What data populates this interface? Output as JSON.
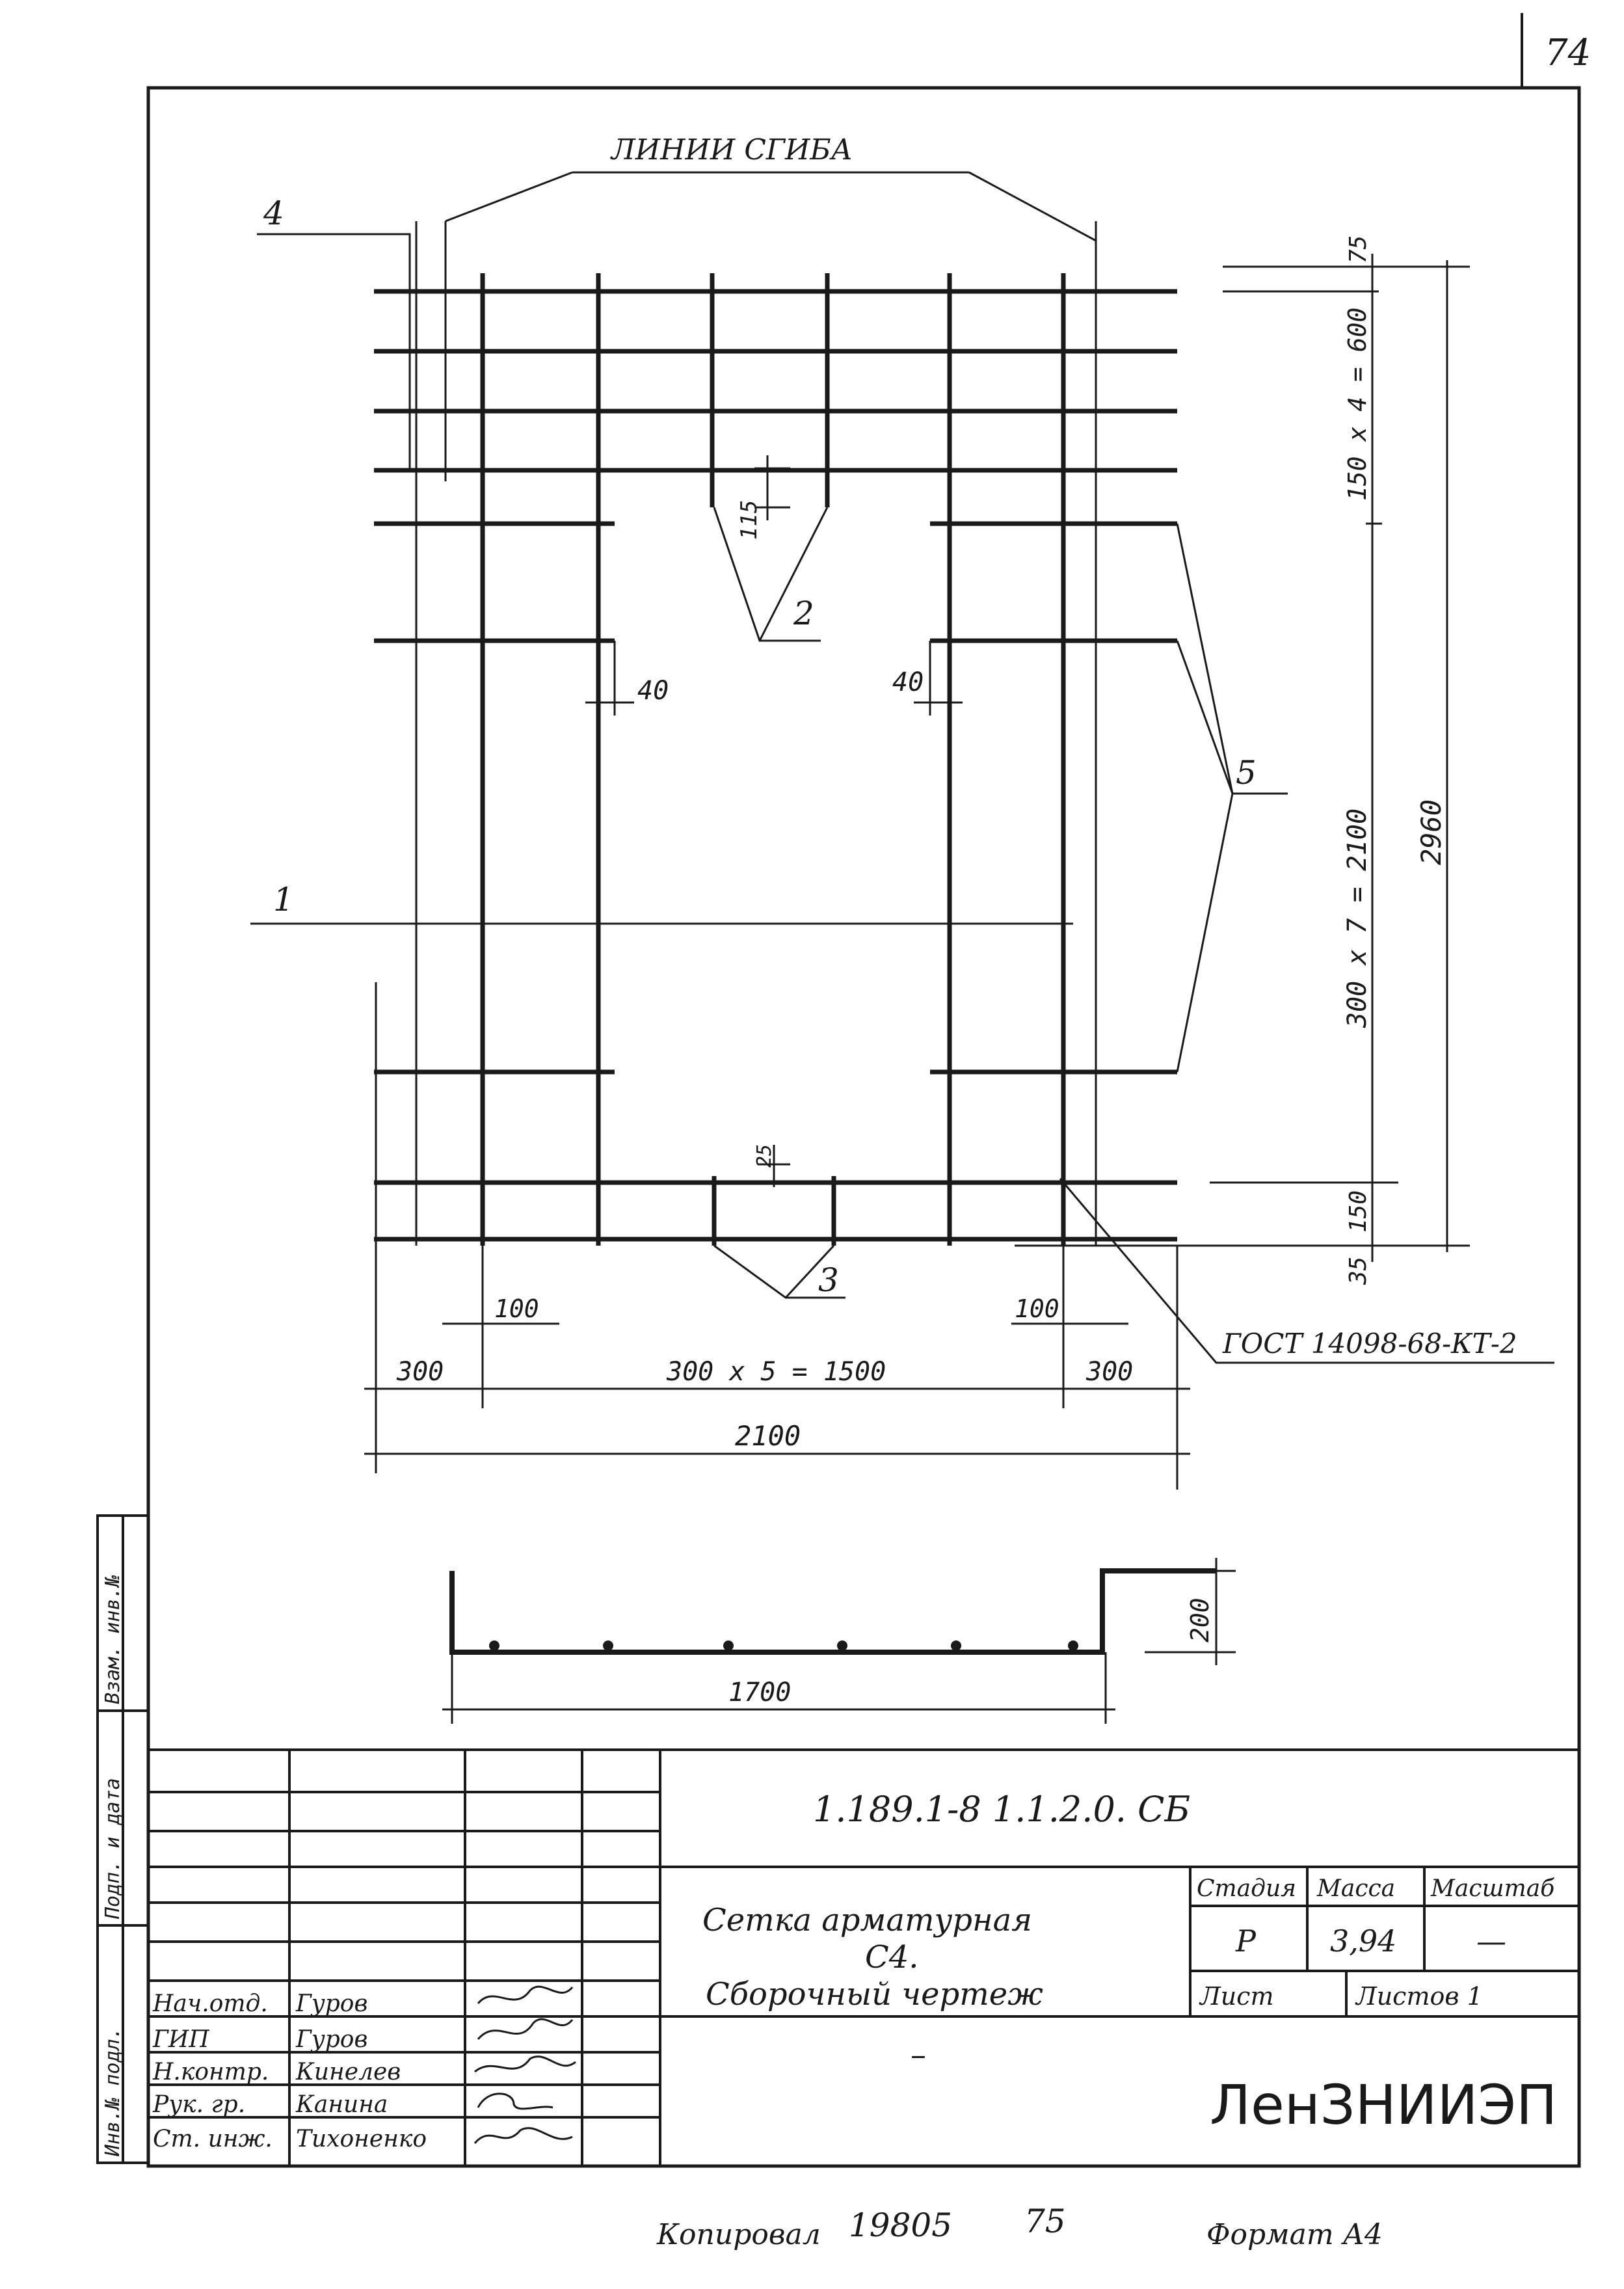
{
  "page_number": "74",
  "drawing": {
    "bend_lines_label": "ЛИНИИ СГИБА",
    "callouts": {
      "c1": "1",
      "c2": "2",
      "c3": "3",
      "c4": "4",
      "c5": "5"
    },
    "dims": {
      "d75": "75",
      "d600": "150 х 4 = 600",
      "d2100v": "300 х 7 = 2100",
      "d2960": "2960",
      "d150": "150",
      "d35": "35",
      "d115": "115",
      "d40a": "40",
      "d40b": "40",
      "d25": "25",
      "d100a": "100",
      "d100b": "100",
      "d300a": "300",
      "d1500": "300 х 5 = 1500",
      "d300b": "300",
      "d2100h": "2100",
      "d200": "200",
      "d1700": "1700"
    },
    "gost": "ГОСТ 14098-68-КТ-2"
  },
  "side_stamp": {
    "inv_podl": "Инв.№ подл.",
    "podp_data": "Подп. и дата",
    "vzam_inv": "Взам. инв.№"
  },
  "title_block": {
    "doc_code": "1.189.1-8  1.1.2.0. СБ",
    "title_line1": "Сетка арматурная",
    "title_line2": "С4.",
    "title_line3": "Сборочный чертеж",
    "dash": "–",
    "stage_label": "Стадия",
    "mass_label": "Масса",
    "scale_label": "Масштаб",
    "stage": "Р",
    "mass": "3,94",
    "scale": "—",
    "sheet_label": "Лист",
    "sheets_label": "Листов 1",
    "org": "ЛенЗНИИЭП",
    "signatures": [
      {
        "role": "Нач.отд.",
        "name": "Гуров"
      },
      {
        "role": "ГИП",
        "name": "Гуров"
      },
      {
        "role": "Н.контр.",
        "name": "Кинелев"
      },
      {
        "role": "Рук. гр.",
        "name": "Канина"
      },
      {
        "role": "Ст. инж.",
        "name": "Тихоненко"
      }
    ]
  },
  "footer": {
    "copied_label": "Копировал",
    "copied_num": "19805",
    "copied_num2": "75",
    "format": "Формат А4"
  }
}
